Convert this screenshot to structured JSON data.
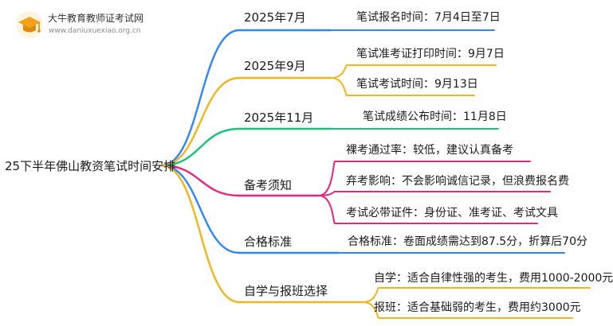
{
  "watermark": {
    "name_cn": "大牛教育教师证考试网",
    "url": "www.daniuxuexiao.org.cn",
    "logo_color": "#f3a11b"
  },
  "mindmap": {
    "root": "25下半年佛山教资笔试时间安排",
    "branches": [
      {
        "label": "2025年7月",
        "color": "#2f86f6",
        "children": [
          "笔试报名时间：7月4日至7日"
        ]
      },
      {
        "label": "2025年9月",
        "color": "#f1b51c",
        "children": [
          "笔试准考证打印时间：9月7日",
          "笔试考试时间：9月13日"
        ]
      },
      {
        "label": "2025年11月",
        "color": "#19c27a",
        "children": [
          "笔试成绩公布时间：11月8日"
        ]
      },
      {
        "label": "备考须知",
        "color": "#e8247f",
        "children": [
          "裸考通过率：较低，建议认真备考",
          "弃考影响：不会影响诚信记录，但浪费报名费",
          "考试必带证件：身份证、准考证、考试文具"
        ]
      },
      {
        "label": "合格标准",
        "color": "#2f86f6",
        "children": [
          "合格标准：卷面成绩需达到87.5分，折算后70分"
        ]
      },
      {
        "label": "自学与报班选择",
        "color": "#f1b51c",
        "children": [
          "自学：适合自律性强的考生，费用1000-2000元",
          "报班：适合基础弱的考生，费用约3000元"
        ]
      }
    ]
  }
}
